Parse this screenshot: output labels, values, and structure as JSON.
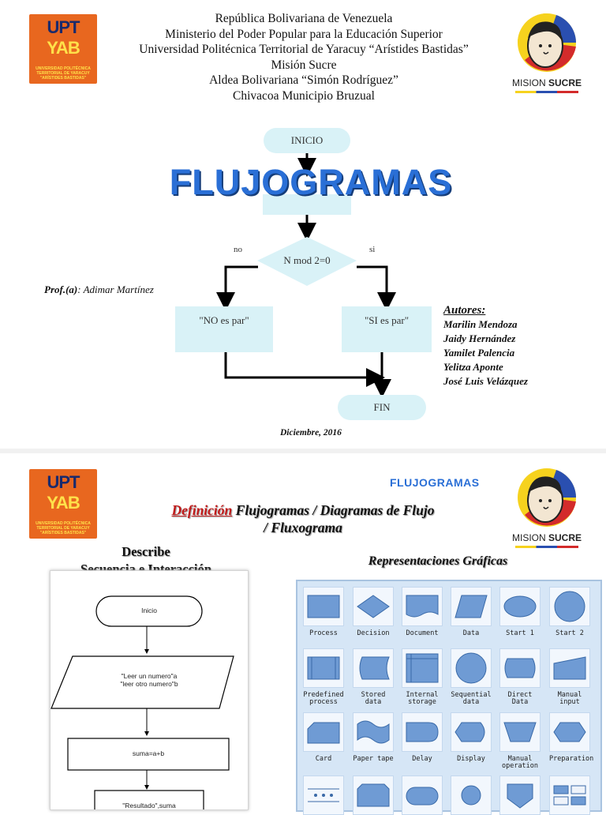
{
  "slide1": {
    "upt_logo": {
      "acronym_top": "UPT",
      "acronym_main": "YAB",
      "caption": "UNIVERSIDAD POLITÉCNICA TERRITORIAL DE YARACUY \"ARÍSTIDES BASTIDAS\""
    },
    "mision_logo": {
      "word1": "MISION",
      "word2": "SUCRE"
    },
    "header_lines": [
      "República Bolivariana de Venezuela",
      "Ministerio del Poder Popular para la Educación Superior",
      "Universidad Politécnica Territorial de Yaracuy “Arístides Bastidas”",
      "Misión Sucre",
      "Aldea Bolivariana “Simón Rodríguez”",
      "Chivacoa Municipio Bruzual"
    ],
    "flowchart": {
      "start": "INICIO",
      "decision": "N mod 2=0",
      "no_label": "no",
      "yes_label": "si",
      "no_box": "\"NO es par\"",
      "yes_box": "\"SI es par\"",
      "end": "FIN"
    },
    "title": "FLUJOGRAMAS",
    "prof_prefix": "Prof.(a)",
    "prof_name": ": Adimar  Martínez",
    "authors_heading": "Autores:",
    "authors": [
      "Marilin Mendoza",
      "Jaidy Hernández",
      "Yamilet Palencia",
      "Yelitza Aponte",
      "José Luis Velázquez"
    ],
    "date": "Diciembre, 2016"
  },
  "slide2": {
    "brand": "FLUJOGRAMAS",
    "def_red": "Definición",
    "def_rest": " Flujogramas / Diagramas de Flujo",
    "def_line2": "/ Fluxograma",
    "left_title_1": "Describe",
    "left_title_2": "Secuencia e Interacción",
    "right_title": "Representaciones Gráficas",
    "diagram": {
      "start": "Inicio",
      "input_line1": "\"Leer un numero\"a",
      "input_line2": "\"leer otro numero\"b",
      "process": "suma=a+b",
      "output": "\"Resultado\",suma"
    },
    "shapes": [
      {
        "label": "Process",
        "icon": "process-shape"
      },
      {
        "label": "Decision",
        "icon": "decision-shape"
      },
      {
        "label": "Document",
        "icon": "document-shape"
      },
      {
        "label": "Data",
        "icon": "data-shape"
      },
      {
        "label": "Start 1",
        "icon": "start1-shape"
      },
      {
        "label": "Start 2",
        "icon": "start2-shape"
      },
      {
        "label": "Predefined\nprocess",
        "icon": "predefined-process-shape"
      },
      {
        "label": "Stored data",
        "icon": "stored-data-shape"
      },
      {
        "label": "Internal\nstorage",
        "icon": "internal-storage-shape"
      },
      {
        "label": "Sequential\ndata",
        "icon": "sequential-data-shape"
      },
      {
        "label": "Direct Data",
        "icon": "direct-data-shape"
      },
      {
        "label": "Manual\ninput",
        "icon": "manual-input-shape"
      },
      {
        "label": "Card",
        "icon": "card-shape"
      },
      {
        "label": "Paper tape",
        "icon": "paper-tape-shape"
      },
      {
        "label": "Delay",
        "icon": "delay-shape"
      },
      {
        "label": "Display",
        "icon": "display-shape"
      },
      {
        "label": "Manual\noperation",
        "icon": "manual-operation-shape"
      },
      {
        "label": "Preparation",
        "icon": "preparation-shape"
      },
      {
        "label": "",
        "icon": "parallel-mode-shape"
      },
      {
        "label": "",
        "icon": "loop-limit-shape"
      },
      {
        "label": "",
        "icon": "terminator-shape"
      },
      {
        "label": "",
        "icon": "connector-shape"
      },
      {
        "label": "",
        "icon": "offpage-connector-shape"
      },
      {
        "label": "",
        "icon": "legend-shape"
      }
    ],
    "colors": {
      "shape_fill": "#6f9bd4",
      "shape_stroke": "#3a6aa8",
      "panel_bg": "#d6e6f6"
    }
  }
}
